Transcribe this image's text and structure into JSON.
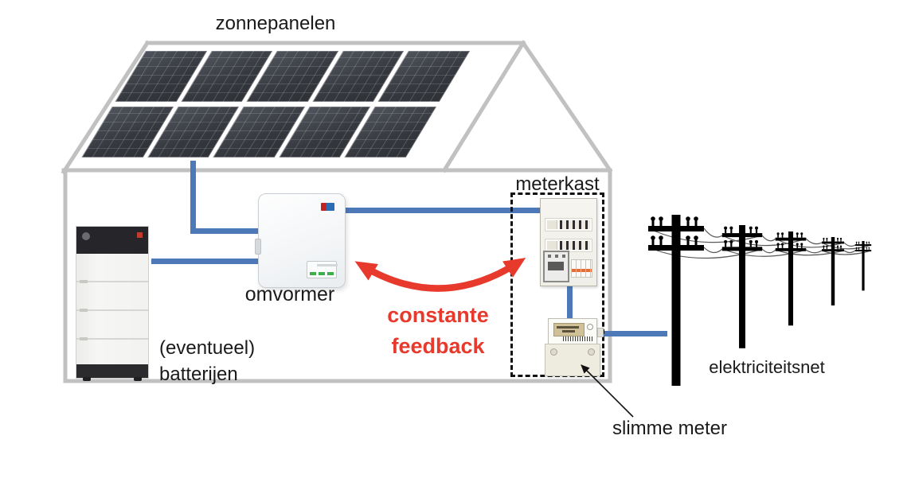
{
  "labels": {
    "solar_panels": "zonnepanelen",
    "inverter": "omvormer",
    "meter_cabinet": "meterkast",
    "batteries": [
      "(eventueel)",
      "batterijen"
    ],
    "feedback": [
      "constante",
      "feedback"
    ],
    "grid": "elektriciteitsnet",
    "smart_meter": "slimme meter"
  },
  "colors": {
    "blue": "#4e79b8",
    "red": "#e8392d",
    "gray": "#c1c1c1"
  }
}
